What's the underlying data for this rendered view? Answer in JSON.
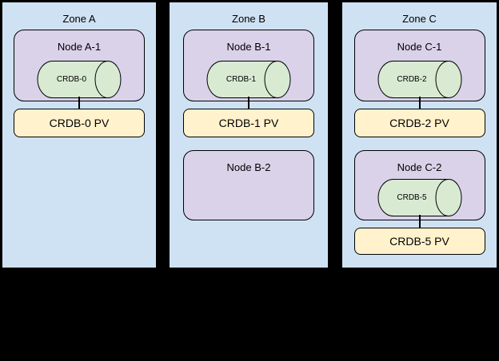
{
  "diagram": {
    "description": "CockroachDB zones, nodes, pods and persistent volumes",
    "background_color": "#000000",
    "colors": {
      "zone_fill": "#cfe2f3",
      "node_fill": "#d9d2e9",
      "cylinder_fill": "#d9ead3",
      "pv_fill": "#fff2cc",
      "border": "#000000",
      "text": "#000000"
    }
  },
  "zones": [
    {
      "title": "Zone A",
      "nodes": [
        {
          "label": "Node A-1",
          "pod": {
            "label": "CRDB-0",
            "shape": "cylinder"
          },
          "pv": {
            "label": "CRDB-0 PV"
          }
        }
      ]
    },
    {
      "title": "Zone B",
      "nodes": [
        {
          "label": "Node B-1",
          "pod": {
            "label": "CRDB-1",
            "shape": "cylinder"
          },
          "pv": {
            "label": "CRDB-1 PV"
          }
        },
        {
          "label": "Node B-2"
        }
      ]
    },
    {
      "title": "Zone C",
      "nodes": [
        {
          "label": "Node C-1",
          "pod": {
            "label": "CRDB-2",
            "shape": "cylinder"
          },
          "pv": {
            "label": "CRDB-2 PV"
          }
        },
        {
          "label": "Node C-2",
          "pod": {
            "label": "CRDB-5",
            "shape": "cylinder"
          },
          "pv": {
            "label": "CRDB-5 PV"
          }
        }
      ]
    }
  ]
}
